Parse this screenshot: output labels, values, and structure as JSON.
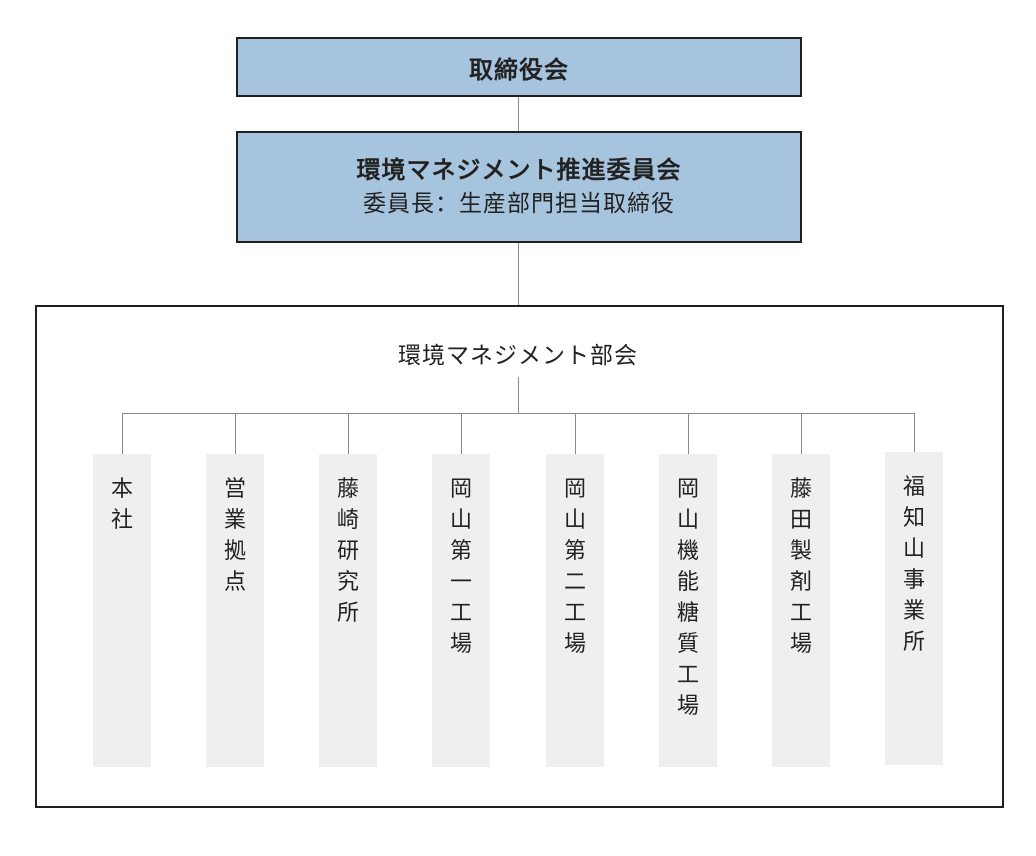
{
  "board": {
    "title": "取締役会"
  },
  "committee": {
    "title": "環境マネジメント推進委員会",
    "chair": "委員長：生産部門担当取締役"
  },
  "subcommittee": {
    "title": "環境マネジメント部会",
    "sites": [
      {
        "label": "本社"
      },
      {
        "label": "営業拠点"
      },
      {
        "label": "藤崎研究所"
      },
      {
        "label": "岡山第一工場"
      },
      {
        "label": "岡山第二工場"
      },
      {
        "label": "岡山機能糖質工場"
      },
      {
        "label": "藤田製剤工場"
      },
      {
        "label": "福知山事業所"
      }
    ]
  },
  "colors": {
    "box_fill": "#a6c4dd",
    "site_fill": "#efefef",
    "connector": "#8a8a8a",
    "border": "#1f1f1f"
  }
}
